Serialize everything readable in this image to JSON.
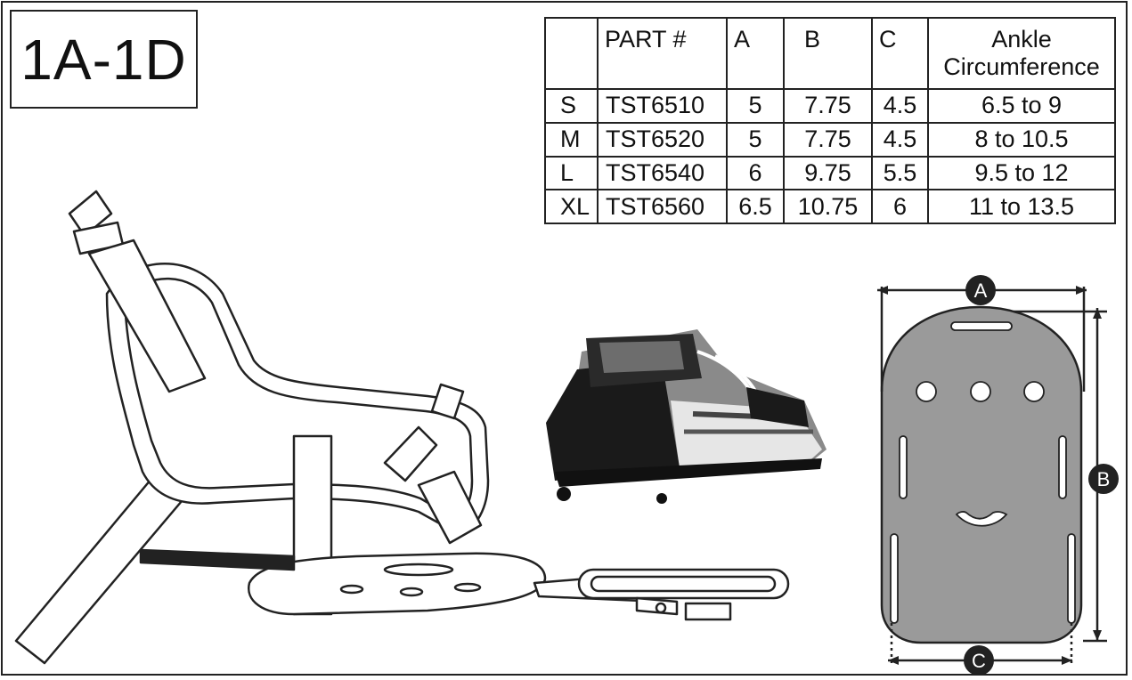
{
  "model": "1A-1D",
  "table": {
    "headers": [
      "",
      "PART #",
      "A",
      "B",
      "C",
      "Ankle Circumference"
    ],
    "header_ankle_line1": "Ankle",
    "header_ankle_line2": "Circumference",
    "rows": [
      {
        "size": "S",
        "part": "TST6510",
        "a": "5",
        "b": "7.75",
        "c": "4.5",
        "ankle": "6.5 to 9"
      },
      {
        "size": "M",
        "part": "TST6520",
        "a": "5",
        "b": "7.75",
        "c": "4.5",
        "ankle": "8 to 10.5"
      },
      {
        "size": "L",
        "part": "TST6540",
        "a": "6",
        "b": "9.75",
        "c": "5.5",
        "ankle": "9.5 to 12"
      },
      {
        "size": "XL",
        "part": "TST6560",
        "a": "6.5",
        "b": "10.75",
        "c": "6",
        "ankle": "11 to 13.5"
      }
    ]
  },
  "dimension_markers": {
    "a": "A",
    "b": "B",
    "c": "C"
  },
  "colors": {
    "line": "#222222",
    "plate": "#9a9a9a",
    "badge": "#111111"
  }
}
